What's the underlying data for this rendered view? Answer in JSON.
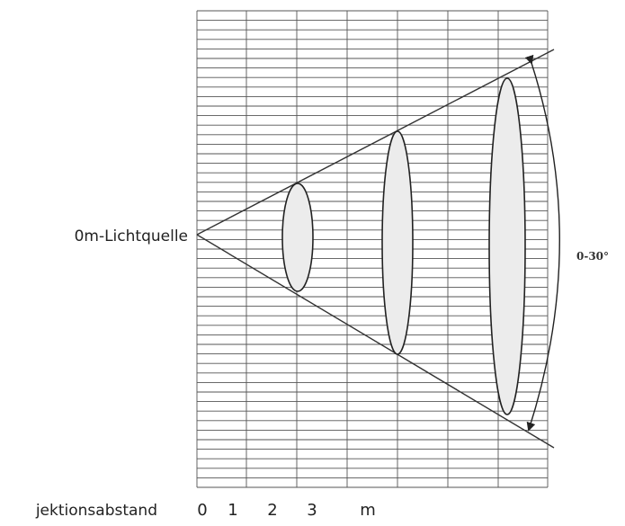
{
  "diagram": {
    "source_label": "0m-Lichtquelle",
    "distance_label": "jektionsabstand",
    "distance_ticks": [
      "0",
      "1",
      "2",
      "3",
      "m"
    ],
    "angle_label": "0-30°",
    "colors": {
      "grid": "#555555",
      "lines": "#333333",
      "ellipse_fill": "#ececec",
      "text": "#222222"
    }
  }
}
